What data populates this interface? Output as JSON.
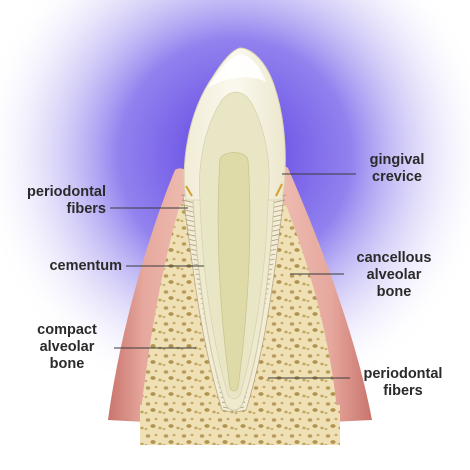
{
  "diagram": {
    "labels": {
      "periodontal_fibers_left": [
        "periodontal",
        "fibers"
      ],
      "cementum": [
        "cementum"
      ],
      "compact_alveolar_bone": [
        "compact",
        "alveolar",
        "bone"
      ],
      "gingival_crevice": [
        "gingival",
        "crevice"
      ],
      "cancellous_alveolar_bone": [
        "cancellous",
        "alveolar",
        "bone"
      ],
      "periodontal_fibers_right": [
        "periodontal",
        "fibers"
      ]
    }
  },
  "colors": {
    "background_glow": "#6a52e8",
    "gum": "#e3a39b",
    "gum_dark": "#c9746c",
    "bone": "#efe1b5",
    "bone_pore": "#b79a55",
    "enamel": "#f7f3e4",
    "dentin": "#e7e3c4",
    "pulp": "#d9d7a8",
    "fibers": "#a89a78",
    "leader_line": "#3a3a3a"
  }
}
